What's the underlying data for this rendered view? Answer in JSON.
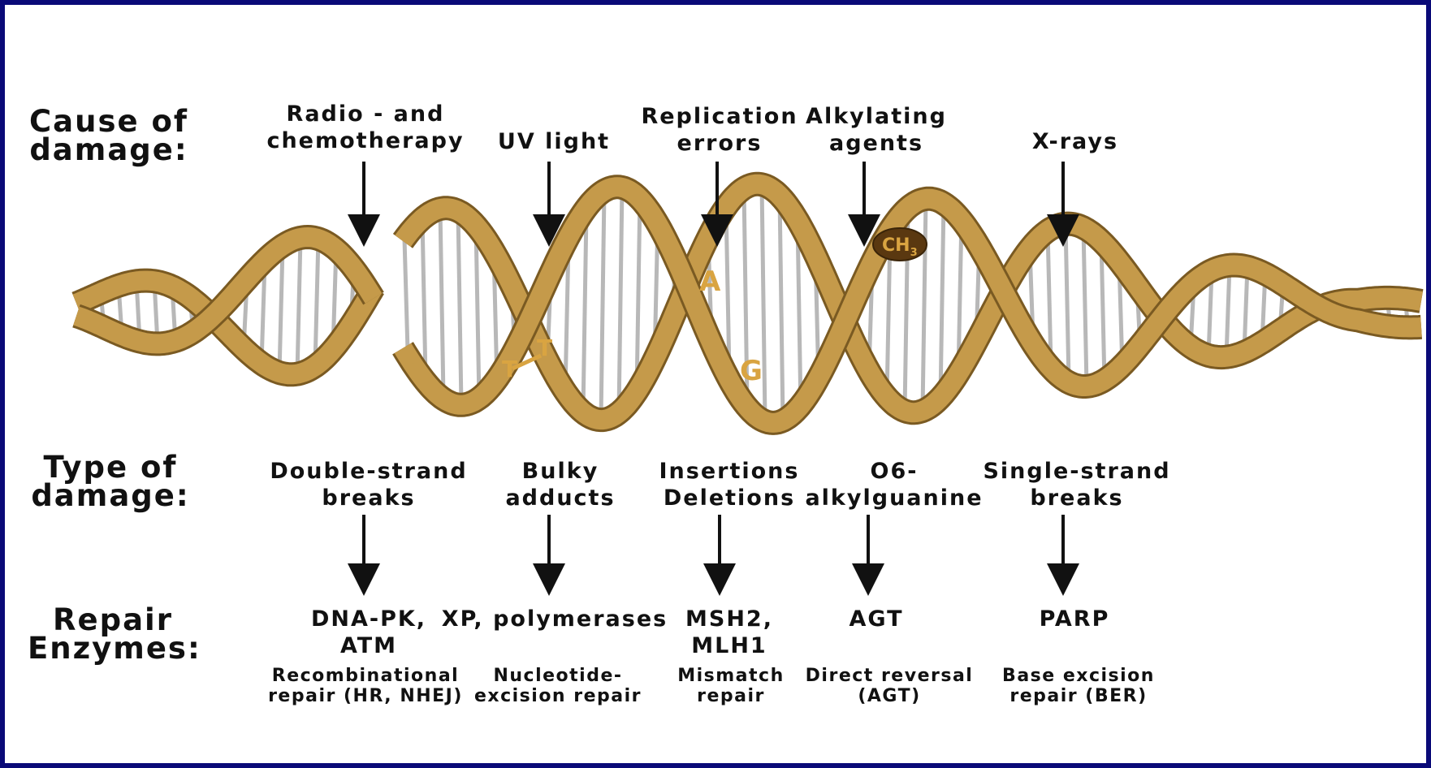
{
  "colors": {
    "frame": "#0a0a78",
    "ribbon": "#c59a4a",
    "ribbon_dark": "#7a5a22",
    "rung": "#b8b8b8",
    "text": "#111111"
  },
  "row_labels": {
    "cause": "Cause of\ndamage:",
    "type": "Type of\ndamage:",
    "repair": "Repair\nEnzymes:"
  },
  "columns": [
    {
      "cause": "Radio - and\nchemotherapy",
      "type": "Double-strand\nbreaks",
      "enzyme": "DNA-PK,\nATM",
      "mechanism": "Recombinational\nrepair (HR, NHEJ)"
    },
    {
      "cause": "UV light",
      "type": "Bulky\nadducts",
      "enzyme": "XP, polymerases",
      "mechanism": "Nucleotide-\nexcision repair"
    },
    {
      "cause": "Replication\nerrors",
      "type": "Insertions\nDeletions",
      "enzyme": "MSH2,\nMLH1",
      "mechanism": "Mismatch\nrepair"
    },
    {
      "cause": "Alkylating\nagents",
      "type": "O6-\nalkylguanine",
      "enzyme": "AGT",
      "mechanism": "Direct reversal\n(AGT)"
    },
    {
      "cause": "X-rays",
      "type": "Single-strand\nbreaks",
      "enzyme": "PARP",
      "mechanism": "Base excision\nrepair (BER)"
    }
  ],
  "helix_labels": {
    "thymine_1": "T",
    "thymine_2": "T",
    "base_a": "A",
    "base_g": "G",
    "methyl": "CH",
    "methyl_sub": "3"
  }
}
